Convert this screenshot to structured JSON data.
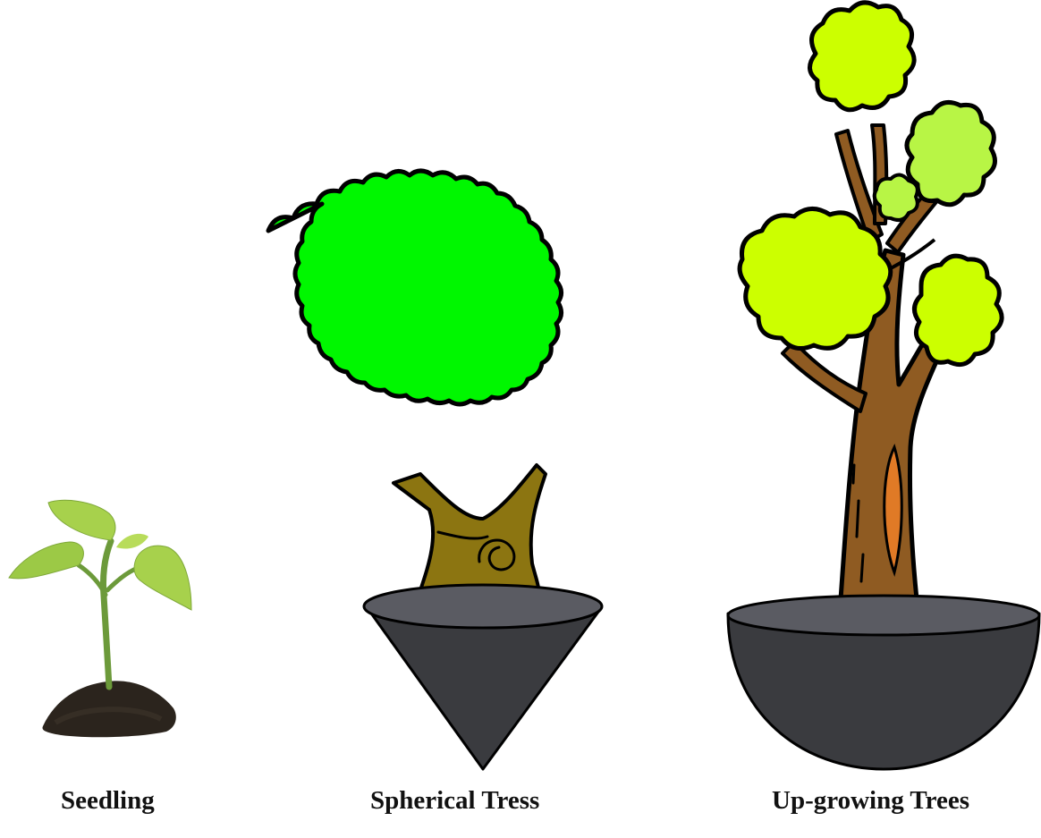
{
  "captions": {
    "seedling": "Seedling",
    "spherical": "Spherical Tress",
    "upgrowing": "Up-growing Trees"
  },
  "colors": {
    "seedling_leaf": "#a7d14c",
    "seedling_stem": "#6c9a3a",
    "soil": "#2b241d",
    "spherical_canopy": "#00f700",
    "spherical_trunk": "#8c7511",
    "cone_pot": "#3a3b3f",
    "cone_pot_rim": "#5a5b62",
    "upgrowing_canopy": "#ccff00",
    "upgrowing_canopy_b": "#b8f545",
    "upgrowing_trunk": "#8f5b22",
    "upgrowing_bark_accent": "#e07a26",
    "bowl_pot": "#3a3b3f",
    "bowl_pot_rim": "#5a5b62",
    "outline": "#000000"
  }
}
